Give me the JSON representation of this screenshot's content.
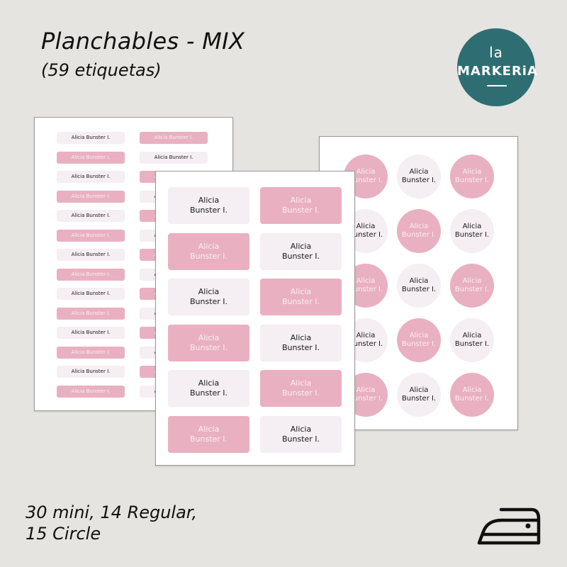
{
  "header": {
    "title": "Planchables - MIX",
    "subtitle": "(59 etiquetas)"
  },
  "logo": {
    "small": "la",
    "brand": "MARKERiA",
    "bg_color": "#2e6e72"
  },
  "colors": {
    "background": "#e5e4e0",
    "pink": "#e9b0c1",
    "light": "#f5eef2"
  },
  "label_text": {
    "line1": "Alicia",
    "line2": "Bunster I.",
    "full": "Alicia Bunster I."
  },
  "footer": {
    "line1": "30 mini, 14 Regular,",
    "line2": "15 Circle"
  },
  "icons": {
    "iron": "iron-icon"
  }
}
